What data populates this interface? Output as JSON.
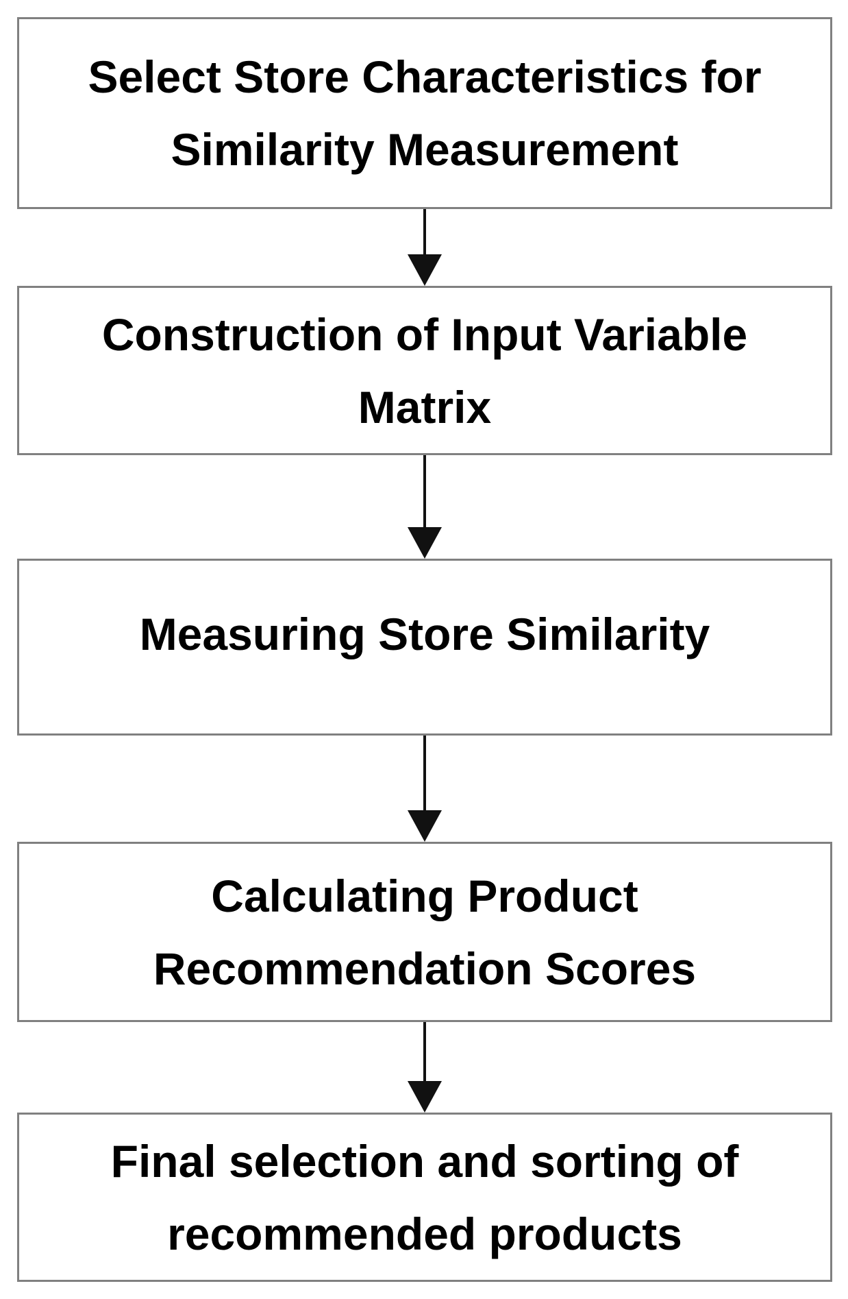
{
  "diagram": {
    "type": "flowchart",
    "connector_icon": "arrow-down",
    "colors": {
      "box_border": "#808080",
      "box_fill": "#ffffff",
      "text": "#000000",
      "arrow": "#111111",
      "background": "#ffffff"
    },
    "steps": [
      {
        "lines": [
          "Select Store Characteristics for",
          "Similarity Measurement"
        ]
      },
      {
        "lines": [
          "Construction of Input Variable",
          "Matrix"
        ]
      },
      {
        "lines": [
          "Measuring Store Similarity"
        ]
      },
      {
        "lines": [
          "Calculating Product",
          "Recommendation Scores"
        ]
      },
      {
        "lines": [
          "Final selection and sorting of",
          "recommended products"
        ]
      }
    ]
  }
}
